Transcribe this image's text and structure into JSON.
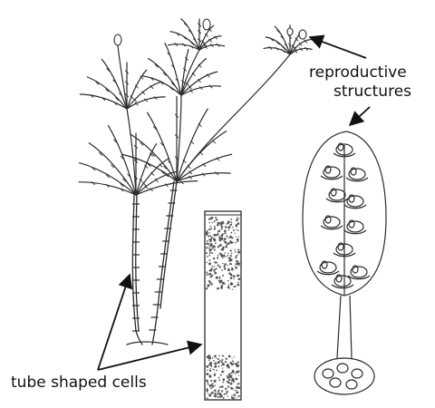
{
  "labels": {
    "reproductive_line1": "reproductive",
    "reproductive_line2": "structures",
    "tube_cells": "tube shaped cells"
  },
  "colors": {
    "ink": "#2b2b2b",
    "stipple": "#555555",
    "background": "#ffffff"
  }
}
